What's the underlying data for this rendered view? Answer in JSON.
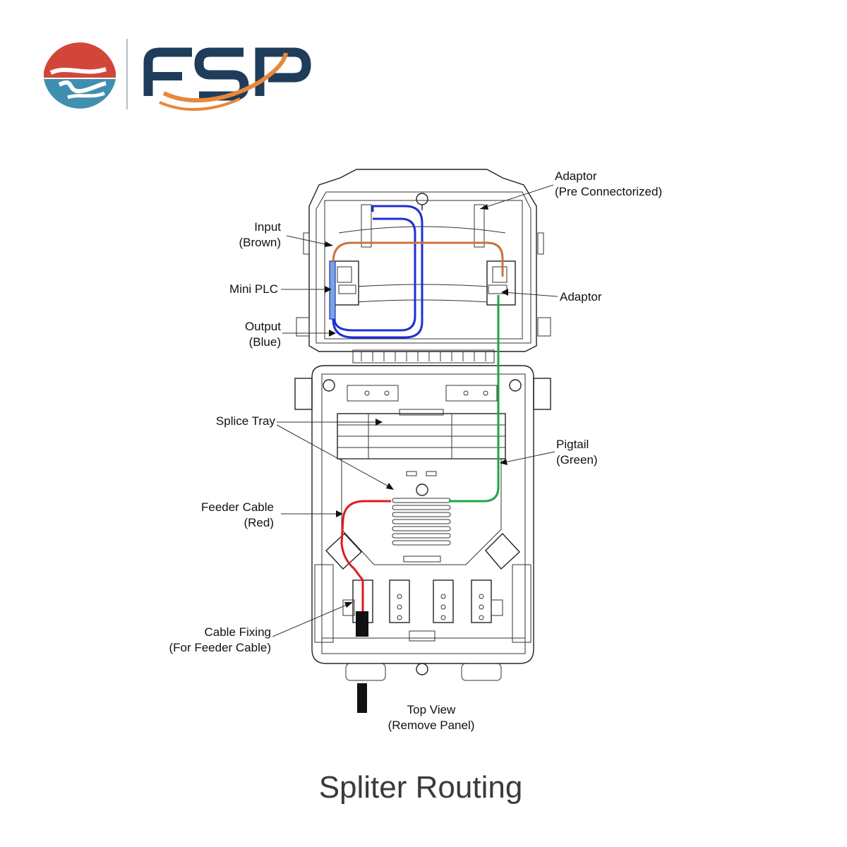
{
  "logo": {
    "wordmark": "FSP",
    "colors": {
      "red": "#d2463a",
      "teal": "#3f8fb0",
      "navy": "#1f3d5a",
      "orange": "#e9883a"
    }
  },
  "labels": {
    "adaptor_pre_1": "Adaptor",
    "adaptor_pre_2": "(Pre Connectorized)",
    "input_1": "Input",
    "input_2": "(Brown)",
    "mini_plc": "Mini PLC",
    "adaptor": "Adaptor",
    "output_1": "Output",
    "output_2": "(Blue)",
    "splice_tray": "Splice Tray",
    "pigtail_1": "Pigtail",
    "pigtail_2": "(Green)",
    "feeder_1": "Feeder Cable",
    "feeder_2": "(Red)",
    "cable_fixing_1": "Cable Fixing",
    "cable_fixing_2": "(For Feeder Cable)",
    "top_view_1": "Top View",
    "top_view_2": "(Remove Panel)"
  },
  "title": "Spliter Routing",
  "fiber_colors": {
    "input_brown": "#c8753a",
    "output_blue": "#1f2fd6",
    "pigtail_green": "#21a34a",
    "feeder_red": "#e01b1b",
    "plc_blue": "#7aa7d8"
  }
}
